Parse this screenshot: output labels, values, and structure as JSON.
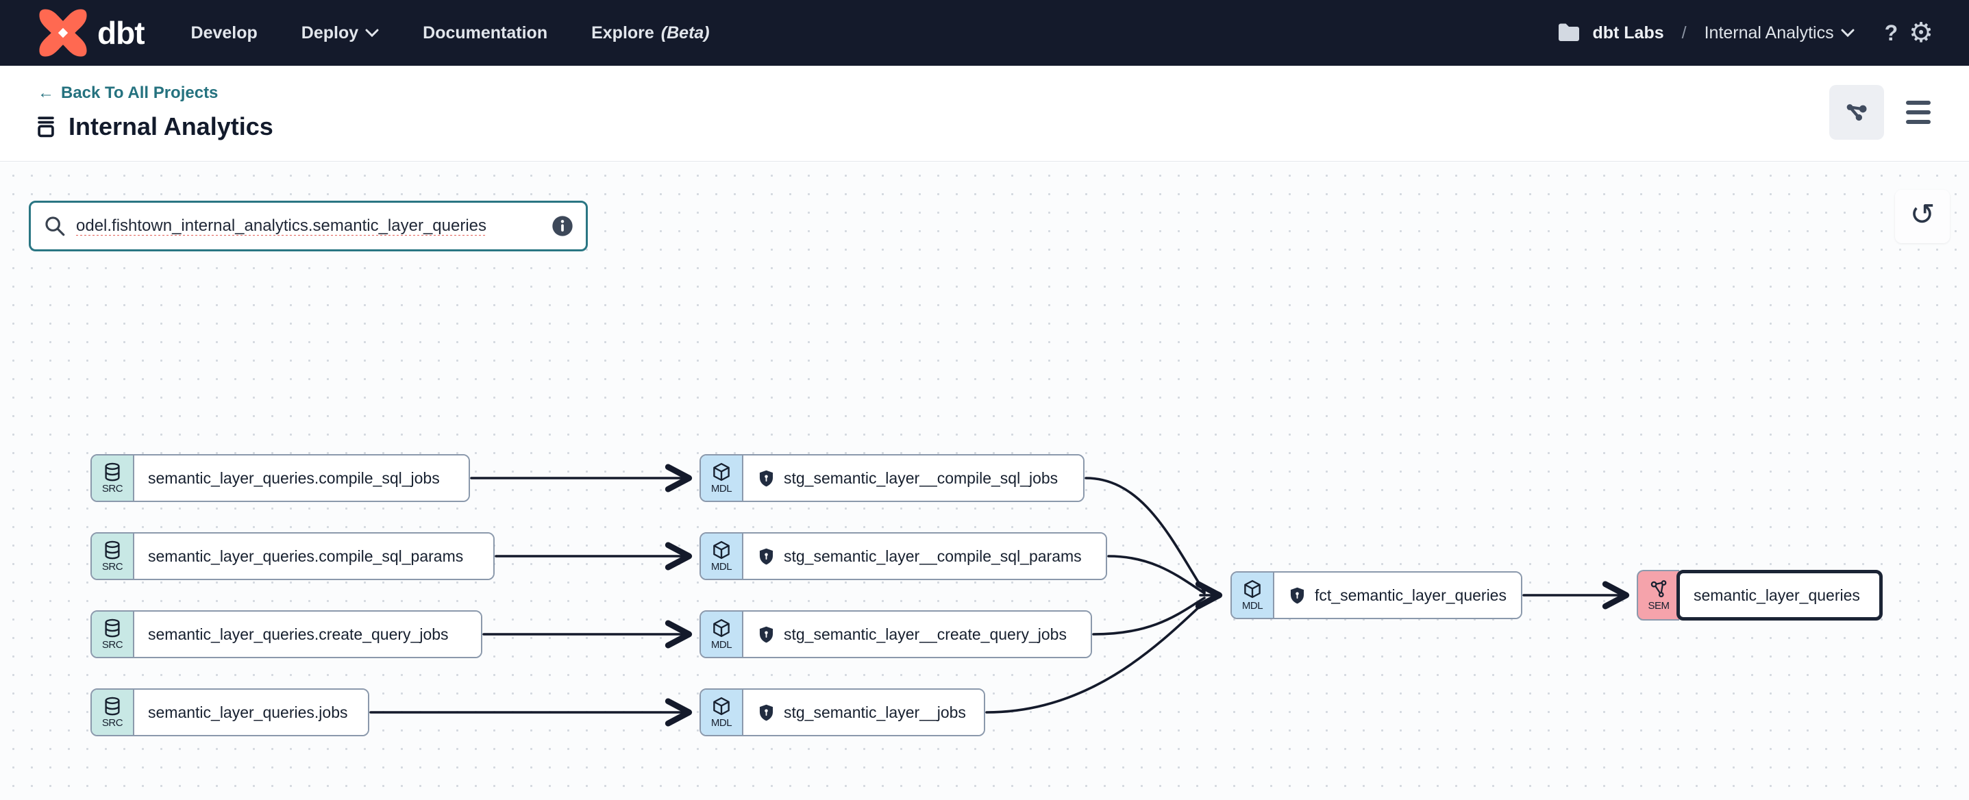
{
  "nav": {
    "logo_text": "dbt",
    "items": {
      "develop": "Develop",
      "deploy": "Deploy",
      "documentation": "Documentation",
      "explore": "Explore",
      "explore_suffix": "(Beta)"
    },
    "account": {
      "org": "dbt Labs",
      "separator": "/",
      "project": "Internal Analytics"
    },
    "help_label": "?",
    "gear_glyph": "⚙"
  },
  "header": {
    "back_arrow": "←",
    "back_link": "Back To All Projects",
    "title": "Internal Analytics"
  },
  "toolbar": {
    "search_value": "odel.fishtown_internal_analytics.semantic_layer_queries",
    "reset_glyph": "↺"
  },
  "graph": {
    "nodes": [
      {
        "kind": "SRC",
        "label": "semantic_layer_queries.compile_sql_jobs"
      },
      {
        "kind": "SRC",
        "label": "semantic_layer_queries.compile_sql_params"
      },
      {
        "kind": "SRC",
        "label": "semantic_layer_queries.create_query_jobs"
      },
      {
        "kind": "SRC",
        "label": "semantic_layer_queries.jobs"
      },
      {
        "kind": "MDL",
        "label": "stg_semantic_layer__compile_sql_jobs",
        "shield": true
      },
      {
        "kind": "MDL",
        "label": "stg_semantic_layer__compile_sql_params",
        "shield": true
      },
      {
        "kind": "MDL",
        "label": "stg_semantic_layer__create_query_jobs",
        "shield": true
      },
      {
        "kind": "MDL",
        "label": "stg_semantic_layer__jobs",
        "shield": true
      },
      {
        "kind": "MDL",
        "label": "fct_semantic_layer_queries",
        "shield": true
      },
      {
        "kind": "SEM",
        "label": "semantic_layer_queries",
        "selected": true
      }
    ],
    "edges": [
      [
        "semantic_layer_queries.compile_sql_jobs",
        "stg_semantic_layer__compile_sql_jobs"
      ],
      [
        "semantic_layer_queries.compile_sql_params",
        "stg_semantic_layer__compile_sql_params"
      ],
      [
        "semantic_layer_queries.create_query_jobs",
        "stg_semantic_layer__create_query_jobs"
      ],
      [
        "semantic_layer_queries.jobs",
        "stg_semantic_layer__jobs"
      ],
      [
        "stg_semantic_layer__compile_sql_jobs",
        "fct_semantic_layer_queries"
      ],
      [
        "stg_semantic_layer__compile_sql_params",
        "fct_semantic_layer_queries"
      ],
      [
        "stg_semantic_layer__create_query_jobs",
        "fct_semantic_layer_queries"
      ],
      [
        "stg_semantic_layer__jobs",
        "fct_semantic_layer_queries"
      ],
      [
        "fct_semantic_layer_queries",
        "semantic_layer_queries"
      ]
    ]
  },
  "colors": {
    "nav_bg": "#141a2b",
    "brand_orange": "#ff6951",
    "teal_accent": "#25727f",
    "src_badge": "#c8e8e5",
    "mdl_badge": "#c3e2f6",
    "sem_badge": "#f5a3ab",
    "edge": "#141a2b"
  }
}
